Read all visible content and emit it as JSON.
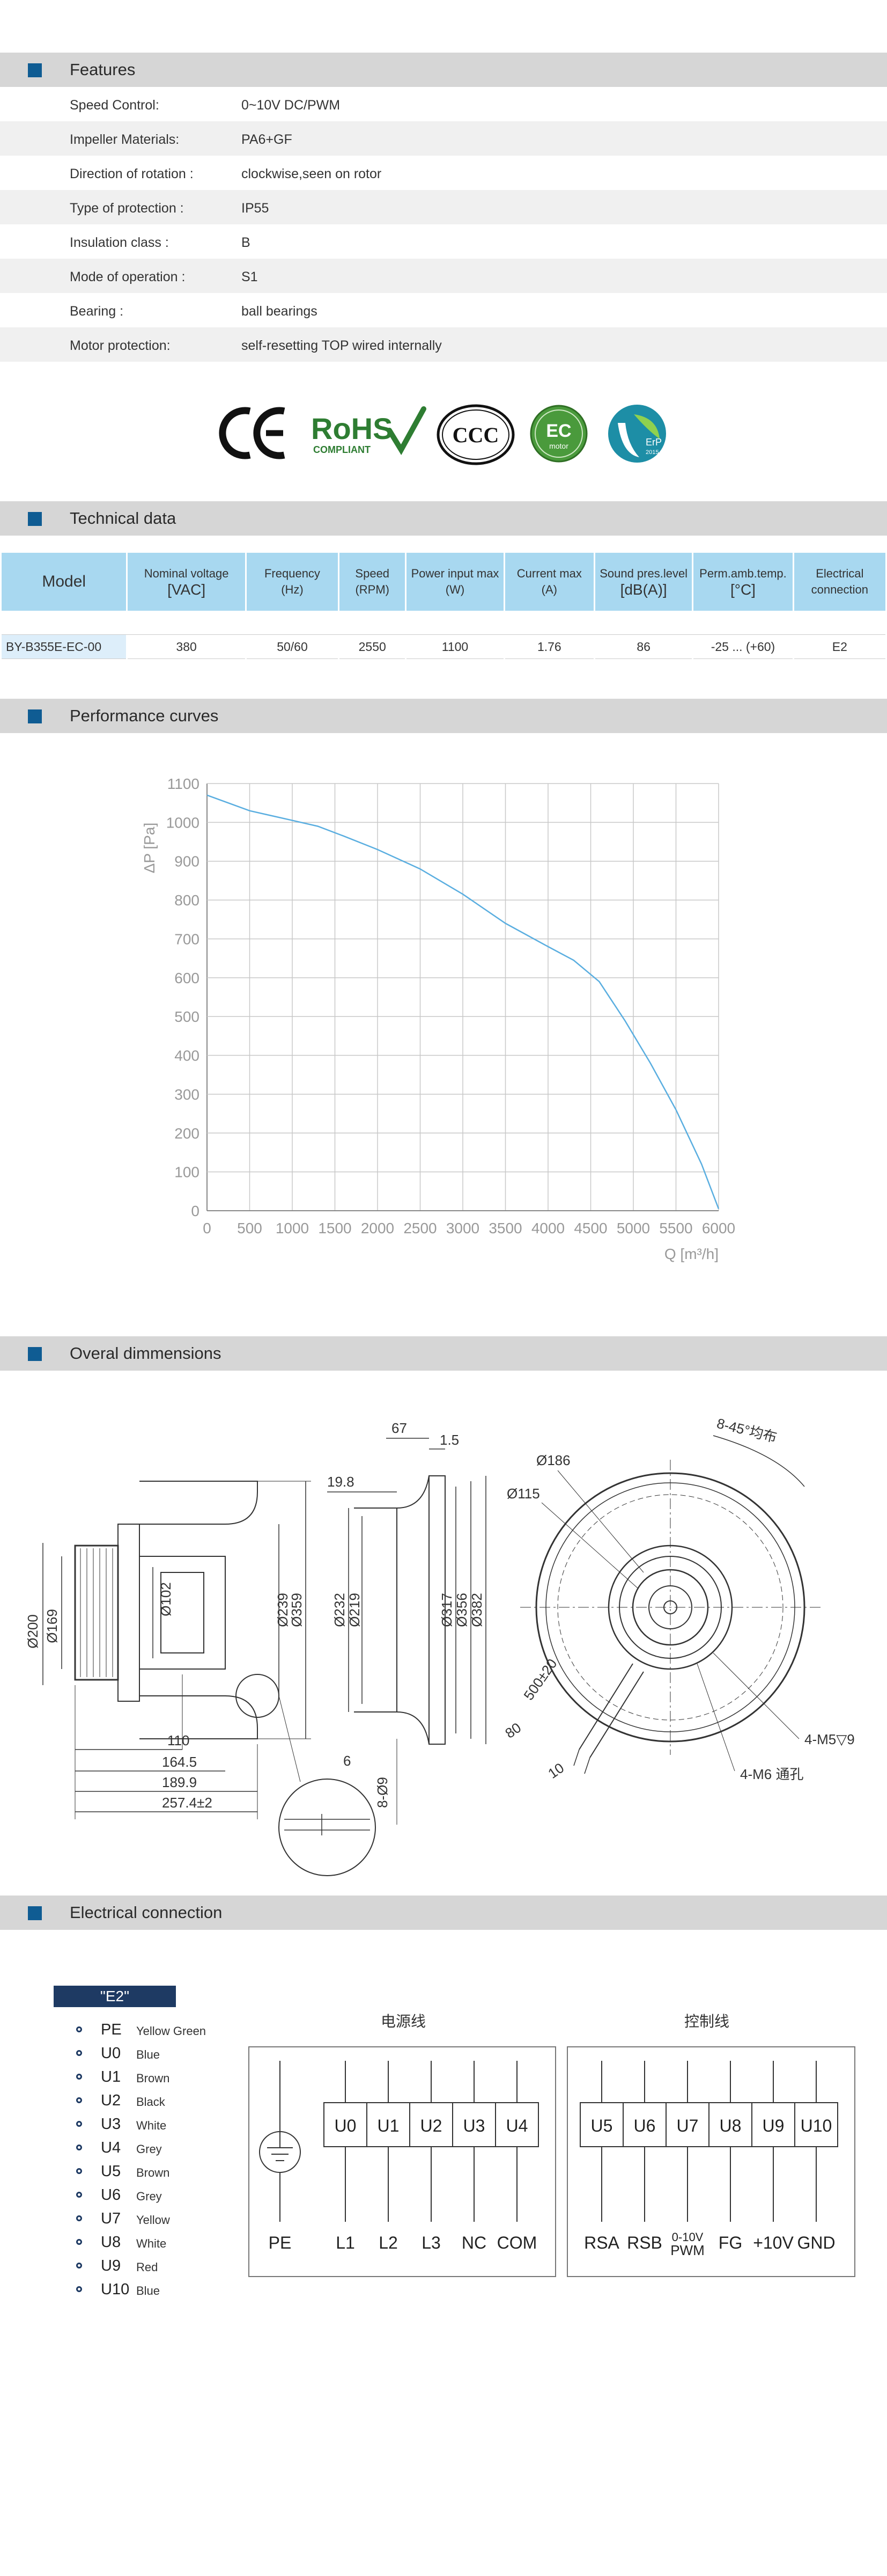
{
  "sections": {
    "features": "Features",
    "technical": "Technical data",
    "performance": "Performance curves",
    "dimensions": "Overal dimmensions",
    "electrical": "Electrical  connection"
  },
  "features": [
    {
      "label": "Speed Control:",
      "value": "0~10V DC/PWM"
    },
    {
      "label": "Impeller  Materials:",
      "value": "PA6+GF"
    },
    {
      "label": "Direction  of  rotation  :",
      "value": "clockwise,seen on rotor"
    },
    {
      "label": "Type of protection :",
      "value": "IP55"
    },
    {
      "label": "Insulation  class :",
      "value": "B"
    },
    {
      "label": "Mode of operation :",
      "value": "S1"
    },
    {
      "label": "Bearing :",
      "value": "ball  bearings"
    },
    {
      "label": "Motor protection:",
      "value": "self-resetting TOP wired internally"
    }
  ],
  "certs": {
    "rohs": "RoHS",
    "rohs_sub": "COMPLIANT",
    "ccc": "CCC",
    "ec_top": "EC",
    "ec_bottom": "motor",
    "erp": "ErP",
    "erp_year": "2015"
  },
  "tech": {
    "headers": [
      {
        "l1": "Model",
        "l2": ""
      },
      {
        "l1": "Nominal  voltage",
        "l2": "[VAC]"
      },
      {
        "l1": "Frequency",
        "l2": "(Hz)"
      },
      {
        "l1": "Speed",
        "l2": "(RPM)"
      },
      {
        "l1": "Power input max",
        "l2": "(W)"
      },
      {
        "l1": "Current  max",
        "l2": "(A)"
      },
      {
        "l1": "Sound pres.level",
        "l2": "[dB(A)]"
      },
      {
        "l1": "Perm.amb.temp.",
        "l2": "[°C]"
      },
      {
        "l1": "Electrical",
        "l2": "connection"
      }
    ],
    "row": [
      "BY-B355E-EC-00",
      "380",
      "50/60",
      "2550",
      "1100",
      "1.76",
      "86",
      "-25 ... (+60)",
      "E2"
    ]
  },
  "chart_data": {
    "type": "line",
    "title": "",
    "xlabel": "Q [m³/h]",
    "ylabel": "ΔP [Pa]",
    "xlim": [
      0,
      6000
    ],
    "ylim": [
      0,
      1100
    ],
    "x_ticks": [
      0,
      500,
      1000,
      1500,
      2000,
      2500,
      3000,
      3500,
      4000,
      4500,
      5000,
      5500,
      6000
    ],
    "y_ticks": [
      0,
      100,
      200,
      300,
      400,
      500,
      600,
      700,
      800,
      900,
      1000,
      1100
    ],
    "grid": true,
    "series": [
      {
        "name": "",
        "color": "#5aaee0",
        "x": [
          0,
          250,
          500,
          1000,
          1300,
          1600,
          2000,
          2500,
          3000,
          3500,
          4000,
          4300,
          4600,
          4900,
          5200,
          5500,
          5800,
          6000
        ],
        "y": [
          1070,
          1050,
          1030,
          1005,
          990,
          965,
          930,
          880,
          815,
          740,
          680,
          645,
          590,
          490,
          380,
          260,
          120,
          5
        ]
      }
    ]
  },
  "dimensions": {
    "side": [
      "Ø200",
      "Ø169",
      "Ø102",
      "Ø239",
      "Ø359",
      "110",
      "164.5",
      "189.9",
      "257.4±2",
      "6"
    ],
    "section": [
      "67",
      "1.5",
      "19.8",
      "Ø232",
      "Ø219",
      "Ø317",
      "Ø356",
      "Ø382",
      "8-Ø9"
    ],
    "front": [
      "Ø186",
      "Ø115",
      "8-45°均布",
      "500±20",
      "80",
      "10",
      "4-M5▽9",
      "4-M6 通孔"
    ]
  },
  "electrical": {
    "legend_title": "\"E2\"",
    "legend": [
      {
        "code": "PE",
        "color": "Yellow Green"
      },
      {
        "code": "U0",
        "color": "Blue"
      },
      {
        "code": "U1",
        "color": "Brown"
      },
      {
        "code": "U2",
        "color": "Black"
      },
      {
        "code": "U3",
        "color": "White"
      },
      {
        "code": "U4",
        "color": "Grey"
      },
      {
        "code": "U5",
        "color": "Brown"
      },
      {
        "code": "U6",
        "color": "Grey"
      },
      {
        "code": "U7",
        "color": "Yellow"
      },
      {
        "code": "U8",
        "color": "White"
      },
      {
        "code": "U9",
        "color": "Red"
      },
      {
        "code": "U10",
        "color": "Blue"
      }
    ],
    "power_title": "电源线",
    "control_title": "控制线",
    "power_boxes": [
      "U0",
      "U1",
      "U2",
      "U3",
      "U4"
    ],
    "power_labels": [
      "PE",
      "L1",
      "L2",
      "L3",
      "NC",
      "COM"
    ],
    "control_boxes": [
      "U5",
      "U6",
      "U7",
      "U8",
      "U9",
      "U10"
    ],
    "control_labels": [
      "RSA",
      "RSB",
      "0-10V",
      "FG",
      "+10V",
      "GND"
    ],
    "control_sublabel": "PWM"
  }
}
